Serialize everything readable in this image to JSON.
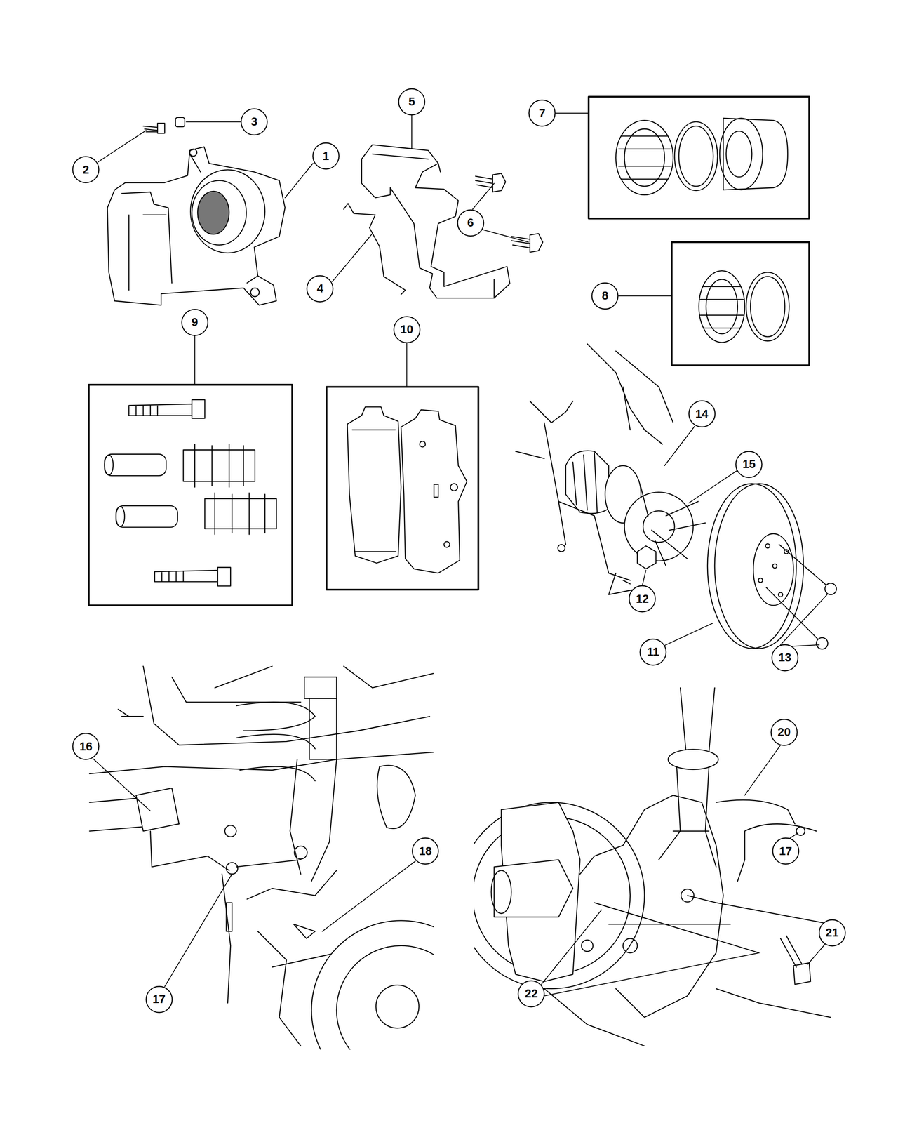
{
  "diagram": {
    "nodes": [
      {
        "text": [
          "5"
        ]
      },
      {
        "text": [
          "7"
        ]
      },
      {
        "text": [
          "3"
        ]
      },
      {
        "text": [
          "1"
        ]
      },
      {
        "text": [
          "2"
        ]
      },
      {
        "text": [
          "6"
        ]
      },
      {
        "text": [
          "4"
        ]
      },
      {
        "text": [
          "8"
        ]
      },
      {
        "text": [
          "9"
        ]
      },
      {
        "text": [
          "10"
        ]
      },
      {
        "text": [
          "14"
        ]
      },
      {
        "text": [
          "15"
        ]
      },
      {
        "text": [
          "12"
        ]
      },
      {
        "text": [
          "11"
        ]
      },
      {
        "text": [
          "13"
        ]
      },
      {
        "text": [
          "20"
        ]
      },
      {
        "text": [
          "16"
        ]
      },
      {
        "text": [
          "18"
        ]
      },
      {
        "text": [
          "17"
        ]
      },
      {
        "text": [
          "21"
        ]
      },
      {
        "text": [
          "22"
        ]
      },
      {
        "text": [
          "17"
        ]
      }
    ]
  }
}
